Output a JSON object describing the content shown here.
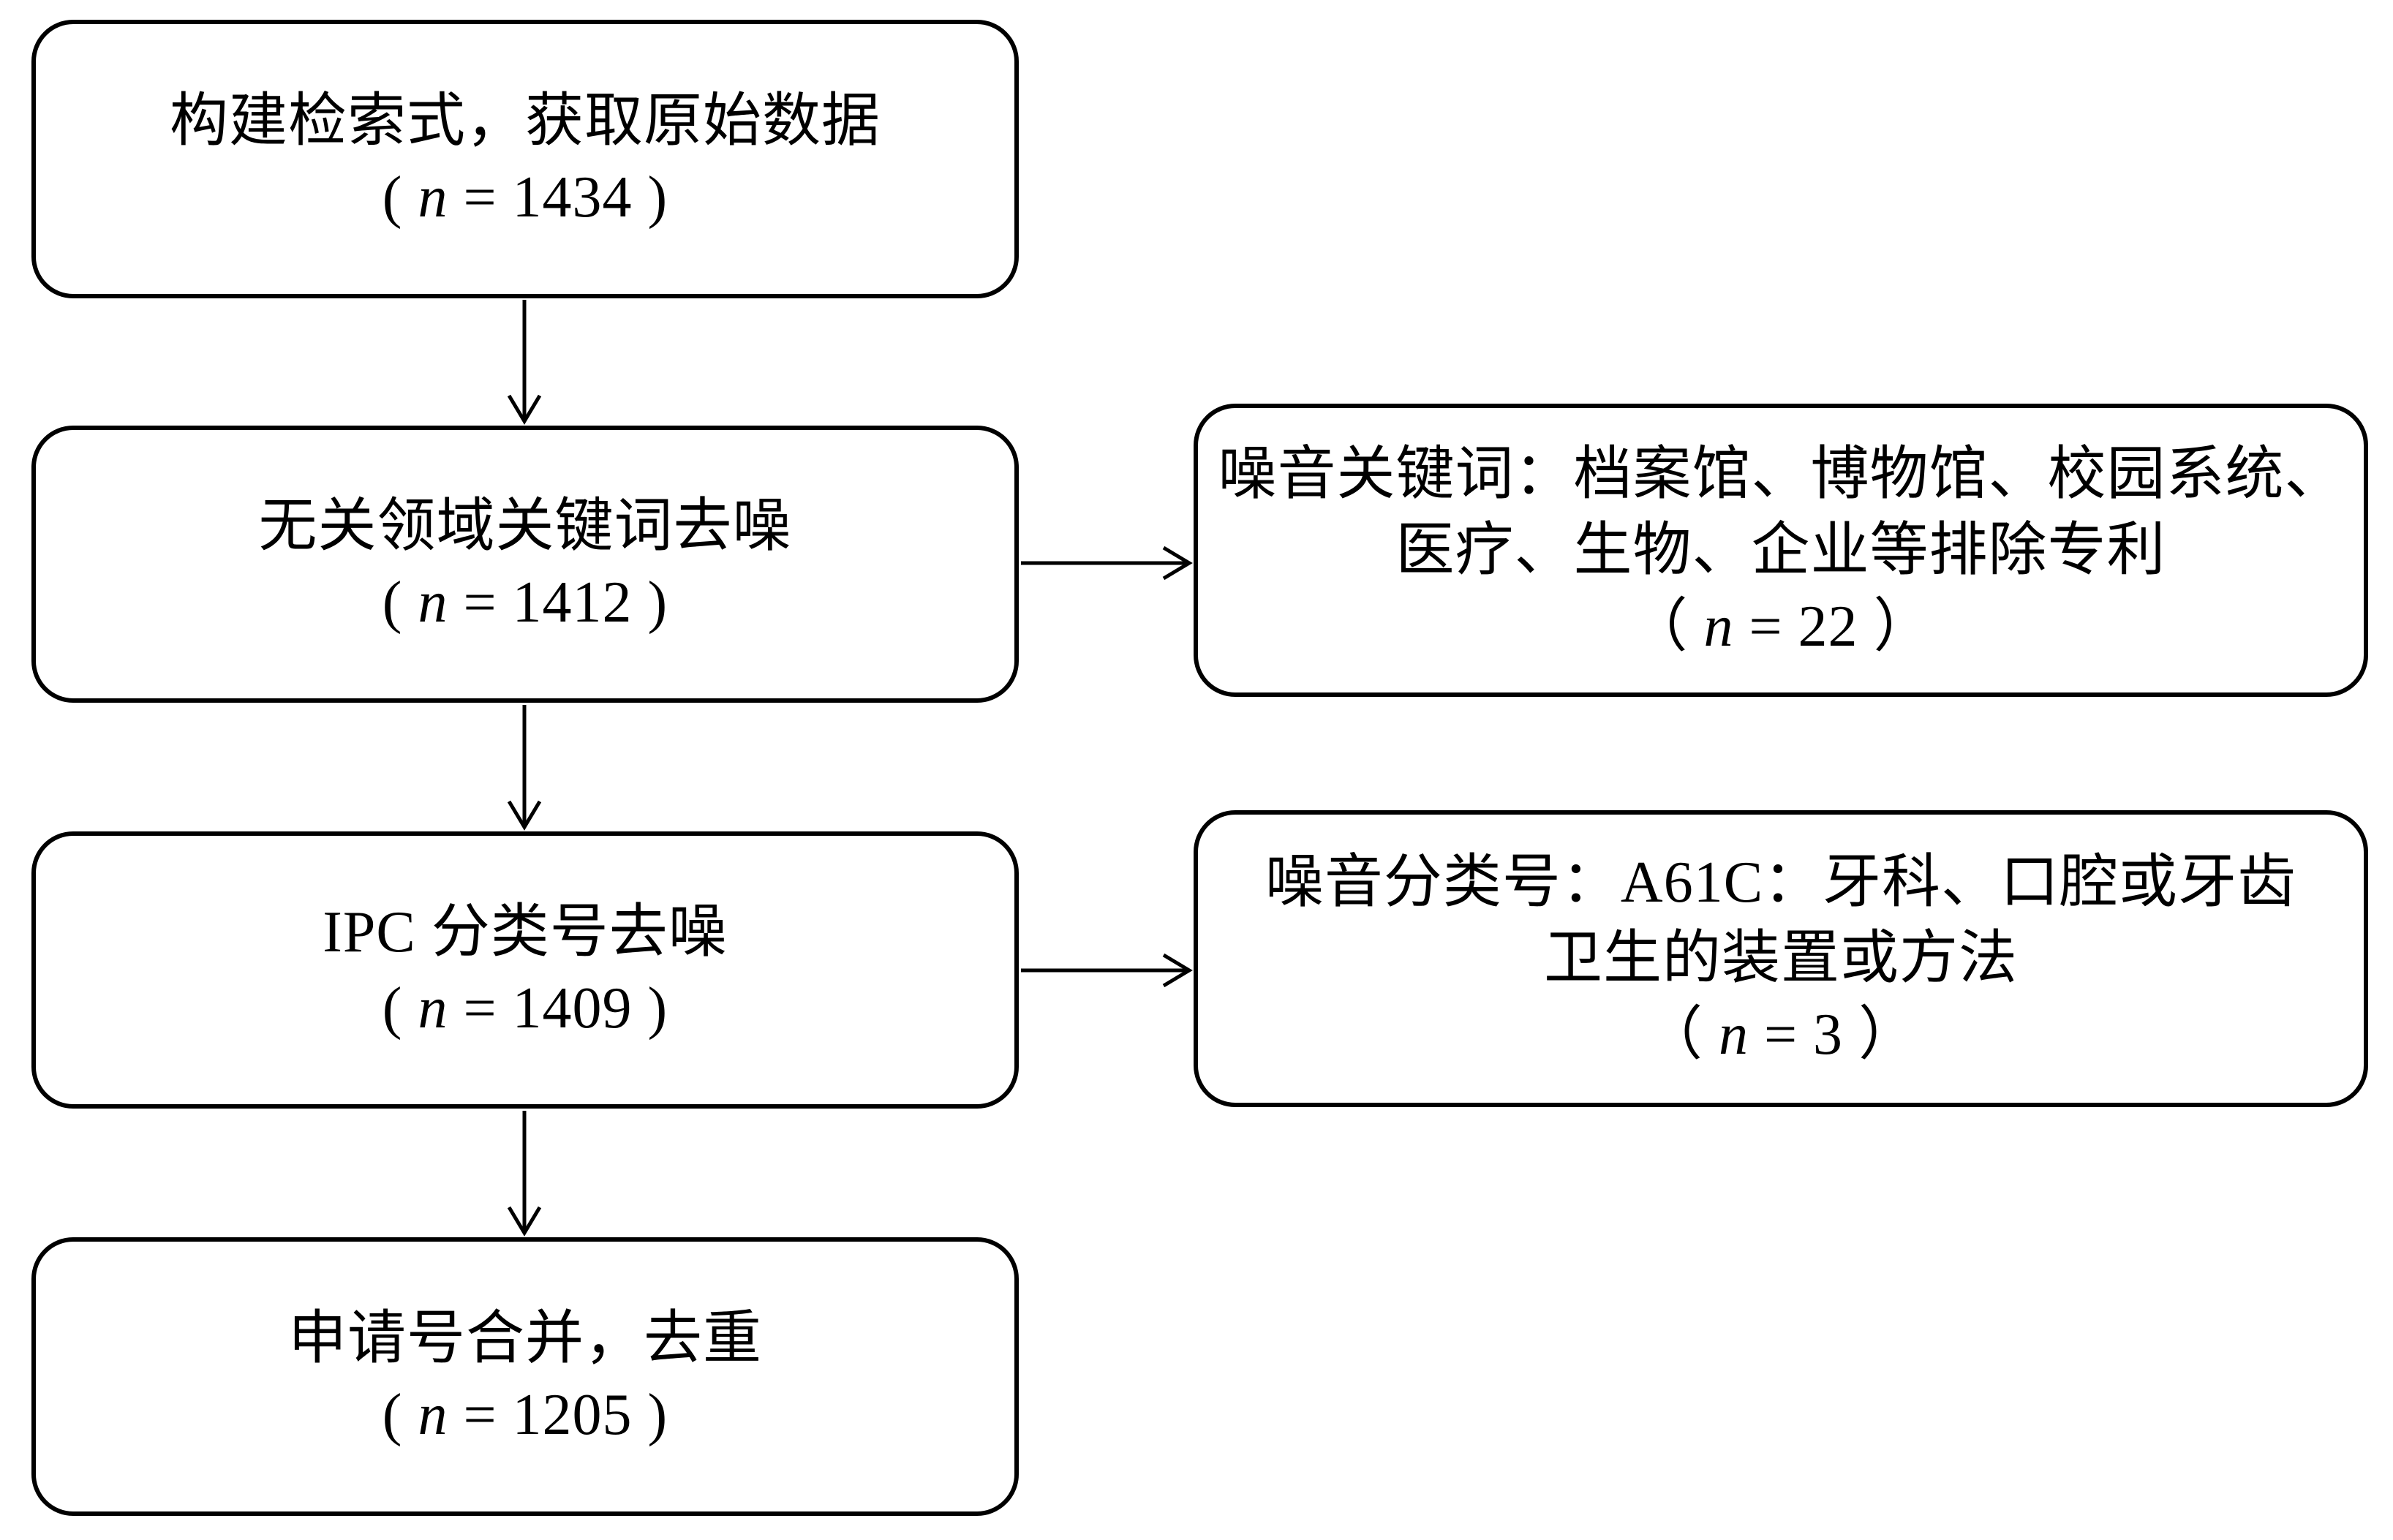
{
  "diagram": {
    "background_color": "#ffffff",
    "stroke_color": "#000000",
    "steps": [
      {
        "title": "构建检索式，获取原始数据",
        "count_open": "( ",
        "count_var": "n",
        "count_rest": " = 1434 )",
        "n_value": 1434
      },
      {
        "title": "无关领域关键词去噪",
        "count_open": "( ",
        "count_var": "n",
        "count_rest": " = 1412 )",
        "n_value": 1412
      },
      {
        "title": "IPC 分类号去噪",
        "count_open": "( ",
        "count_var": "n",
        "count_rest": " = 1409 )",
        "n_value": 1409
      },
      {
        "title": "申请号合并，去重",
        "count_open": "( ",
        "count_var": "n",
        "count_rest": " = 1205 )",
        "n_value": 1205
      }
    ],
    "side_notes": [
      {
        "line1": "噪音关键词：档案馆、博物馆、校园系统、",
        "line2": "医疗、生物、企业等排除专利",
        "count_open": "（ ",
        "count_var": "n",
        "count_rest": " = 22 ）",
        "n_value": 22
      },
      {
        "line1": "噪音分类号：A61C：牙科、口腔或牙齿",
        "line2": "卫生的装置或方法",
        "count_open": "（ ",
        "count_var": "n",
        "count_rest": " = 3 ）",
        "n_value": 3
      }
    ]
  }
}
